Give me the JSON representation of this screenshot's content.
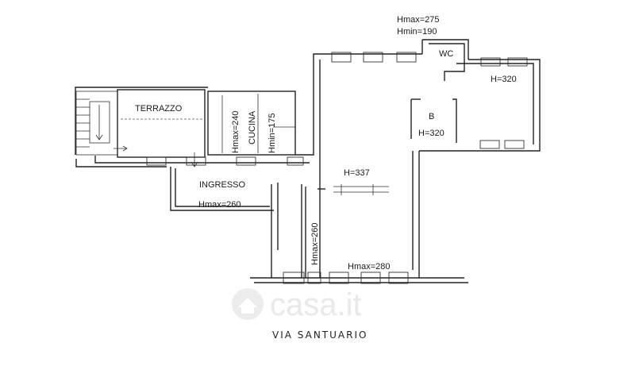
{
  "labels": {
    "terrazzo": "TERRAZZO",
    "cucina": "CUCINA",
    "cucina_hmax": "Hmax=240",
    "cucina_hmin": "Hmin=175",
    "ingresso": "INGRESSO",
    "ingresso_hmax": "Hmax=260",
    "corridor_hmax": "Hmax=260",
    "wc_hmax": "Hmax=275",
    "wc_hmin": "Hmin=190",
    "wc": "WC",
    "bedroom_h": "H=320",
    "bath": "B",
    "bath_h": "H=320",
    "living_h": "H=337",
    "living_hmax": "Hmax=280"
  },
  "street": "VIA SANTUARIO",
  "watermark": "casa.it",
  "colors": {
    "ink": "#222222",
    "watermark": "#e9e9e9"
  }
}
